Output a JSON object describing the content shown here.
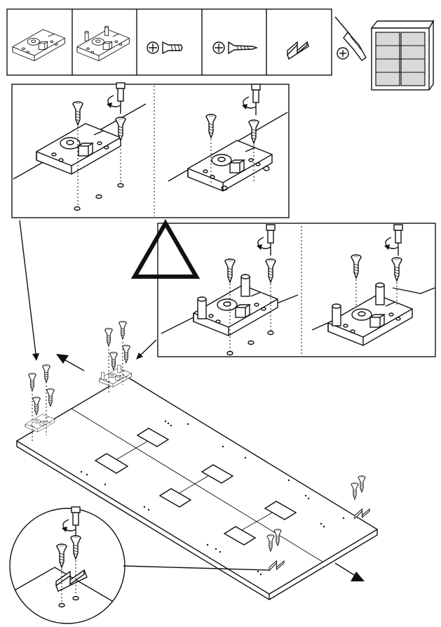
{
  "parts_strip": {
    "items": [
      {
        "name": "hinge-plate-single-dowel",
        "icon": "hinge-plate-icon"
      },
      {
        "name": "hinge-plate-double-dowel",
        "icon": "hinge-plate-dowels-icon"
      },
      {
        "name": "short-screw",
        "icon": "short-screw-icon"
      },
      {
        "name": "long-screw",
        "icon": "long-screw-icon"
      },
      {
        "name": "u-bracket",
        "icon": "u-bracket-icon"
      }
    ]
  },
  "tools": [
    "phillips-screwdriver-icon",
    "phillips-head-icon"
  ],
  "product": "sliding-wardrobe-icon",
  "warning": "warning-triangle-icon",
  "colors": {
    "line": "#111111",
    "paper": "#ffffff",
    "shade": "#d9d9d9"
  }
}
